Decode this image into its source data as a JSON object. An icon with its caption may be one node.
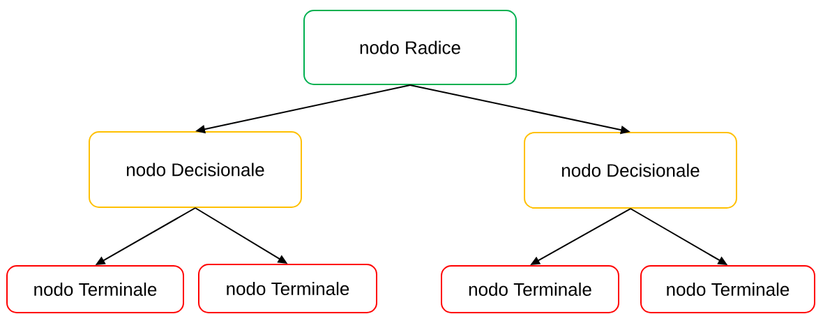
{
  "diagram": {
    "nodes": [
      {
        "text": [
          "nodo Radice"
        ]
      },
      {
        "text": [
          "nodo Decisionale"
        ]
      },
      {
        "text": [
          "nodo Decisionale"
        ]
      },
      {
        "text": [
          "nodo Terminale"
        ]
      },
      {
        "text": [
          "nodo Terminale"
        ]
      },
      {
        "text": [
          "nodo Terminale"
        ]
      },
      {
        "text": [
          "nodo Terminale"
        ]
      }
    ],
    "edges": [
      {
        "from": 0,
        "to": 1,
        "arrow": "to"
      },
      {
        "from": 0,
        "to": 2,
        "arrow": "to"
      },
      {
        "from": 1,
        "to": 3,
        "arrow": "to"
      },
      {
        "from": 1,
        "to": 4,
        "arrow": "to"
      },
      {
        "from": 2,
        "to": 5,
        "arrow": "to"
      },
      {
        "from": 2,
        "to": 6,
        "arrow": "to"
      }
    ]
  }
}
